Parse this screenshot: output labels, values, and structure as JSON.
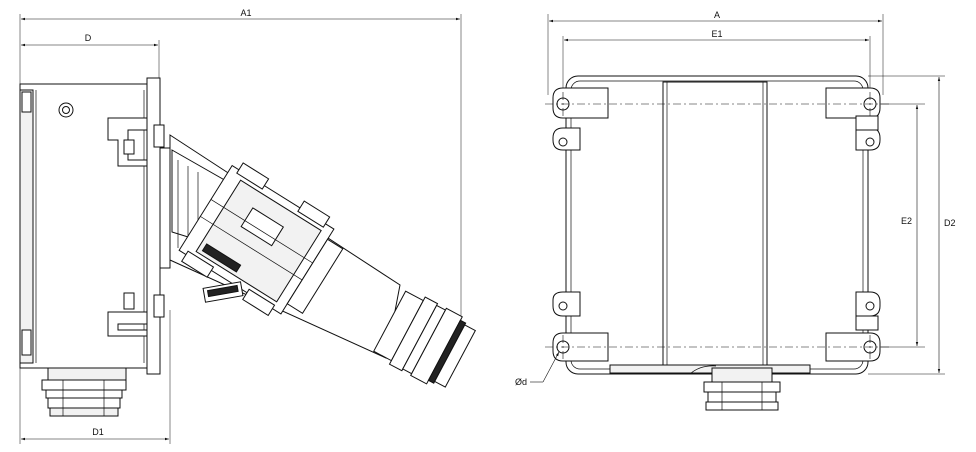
{
  "drawing": {
    "type": "technical dimension drawing",
    "views": [
      "side view",
      "front view"
    ]
  },
  "labels": {
    "a1": "A1",
    "d": "D",
    "d1": "D1",
    "a": "A",
    "e1": "E1",
    "e2": "E2",
    "d2": "D2",
    "hole_dia": "Ød"
  }
}
